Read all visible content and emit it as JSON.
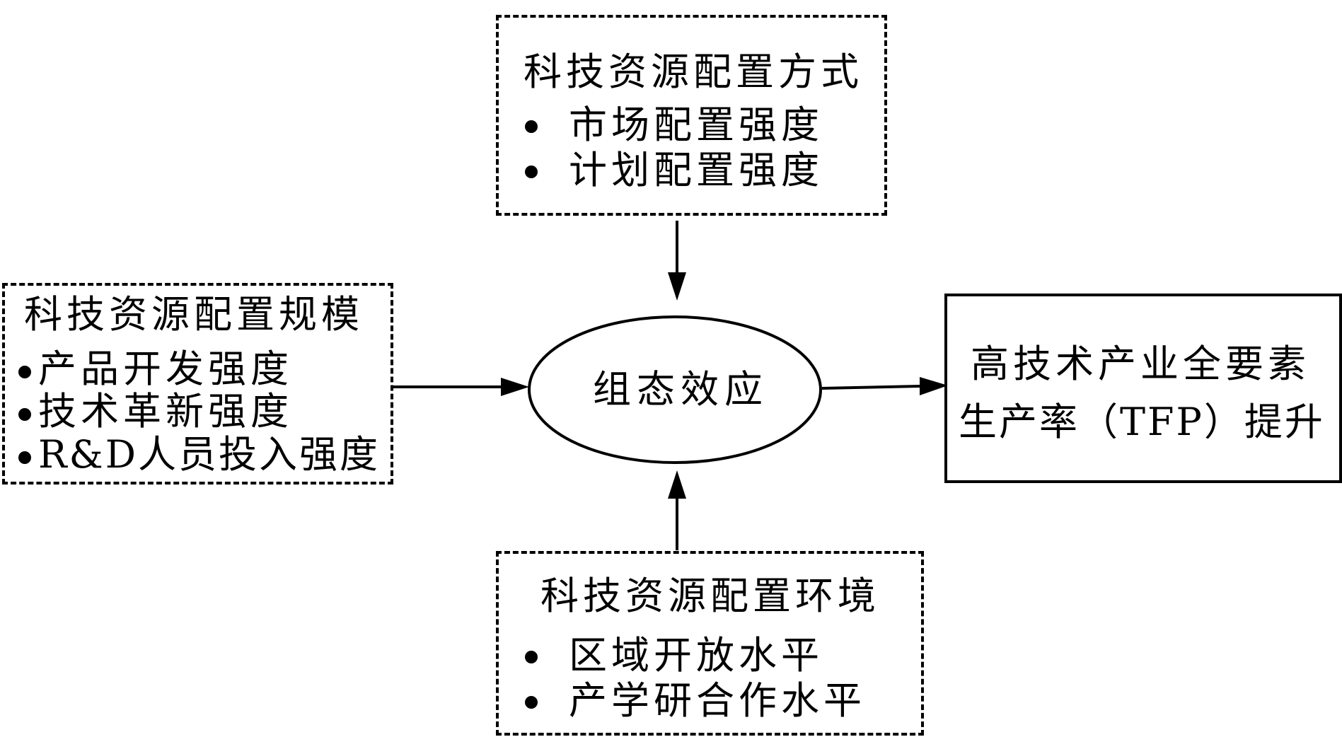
{
  "top_box": {
    "title": "科技资源配置方式",
    "items": [
      "市场配置强度",
      "计划配置强度"
    ]
  },
  "left_box": {
    "title": "科技资源配置规模",
    "items": [
      "产品开发强度",
      "技术革新强度",
      "R&D人员投入强度"
    ]
  },
  "bottom_box": {
    "title": "科技资源配置环境",
    "items": [
      "区域开放水平",
      "产学研合作水平"
    ]
  },
  "center": {
    "label": "组态效应"
  },
  "result_box": {
    "line1": "高技术产业全要素",
    "line2": "生产率（TFP）提升"
  }
}
